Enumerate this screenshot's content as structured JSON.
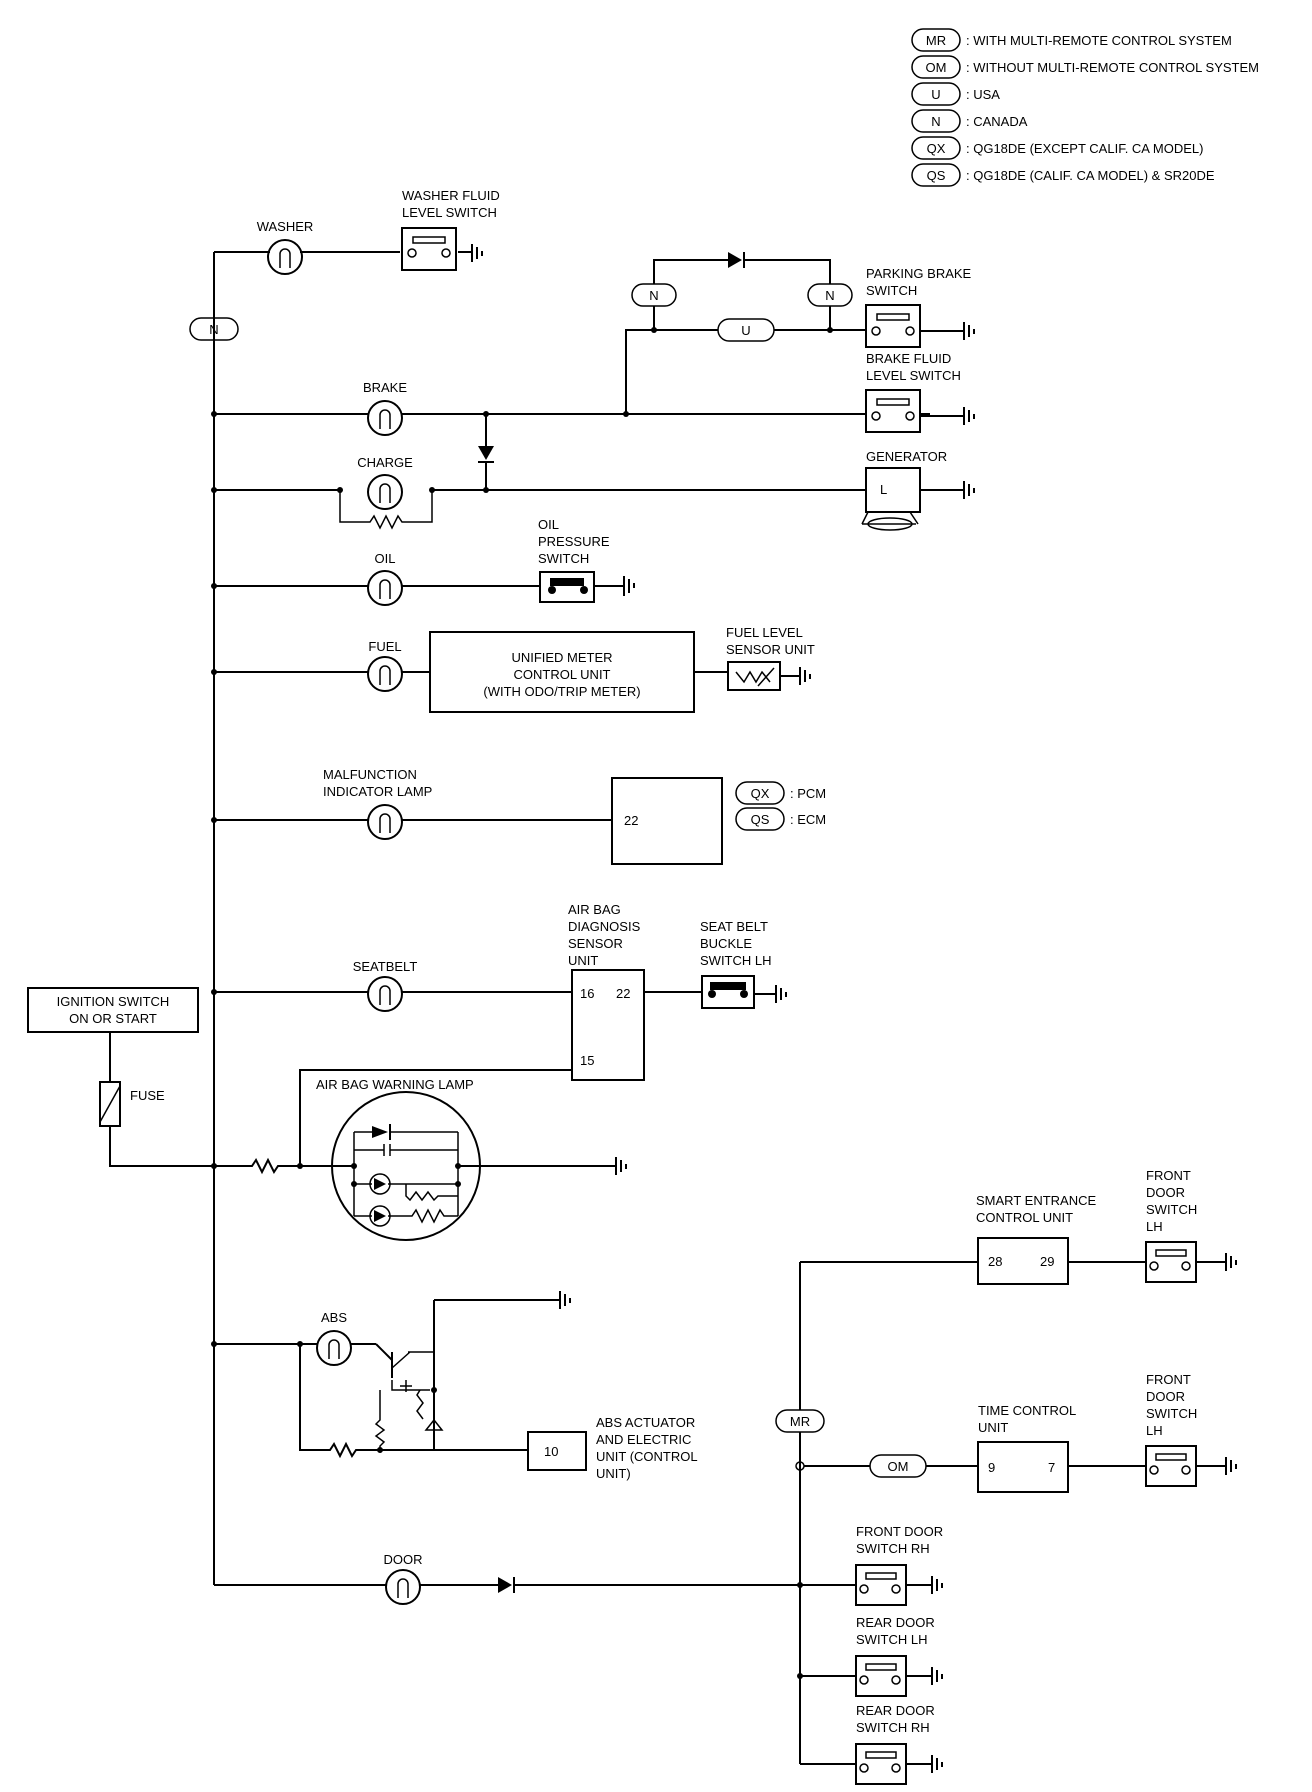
{
  "legend": [
    {
      "code": "MR",
      "text": ": WITH MULTI-REMOTE CONTROL SYSTEM"
    },
    {
      "code": "OM",
      "text": ": WITHOUT MULTI-REMOTE CONTROL SYSTEM"
    },
    {
      "code": "U",
      "text": ": USA"
    },
    {
      "code": "N",
      "text": ": CANADA"
    },
    {
      "code": "QX",
      "text": ": QG18DE (EXCEPT CALIF. CA MODEL)"
    },
    {
      "code": "QS",
      "text": ": QG18DE (CALIF. CA MODEL) & SR20DE"
    }
  ],
  "ignition_switch": [
    "IGNITION SWITCH",
    "ON OR START"
  ],
  "fuse": "FUSE",
  "lamps": {
    "washer": "WASHER",
    "brake": "BRAKE",
    "charge": "CHARGE",
    "oil": "OIL",
    "fuel": "FUEL",
    "mil": [
      "MALFUNCTION",
      "INDICATOR LAMP"
    ],
    "seatbelt": "SEATBELT",
    "airbag": "AIR BAG WARNING LAMP",
    "abs": "ABS",
    "door": "DOOR"
  },
  "components": {
    "washer_switch": [
      "WASHER FLUID",
      "LEVEL SWITCH"
    ],
    "parking_brake": [
      "PARKING BRAKE",
      "SWITCH"
    ],
    "brake_fluid": [
      "BRAKE FLUID",
      "LEVEL SWITCH"
    ],
    "generator": "GENERATOR",
    "generator_terminal": "L",
    "oil_pressure": [
      "OIL",
      "PRESSURE",
      "SWITCH"
    ],
    "unified_meter": [
      "UNIFIED METER",
      "CONTROL UNIT",
      "(WITH ODO/TRIP METER)"
    ],
    "fuel_sensor": [
      "FUEL LEVEL",
      "SENSOR UNIT"
    ],
    "ecm_terminal": "22",
    "ecm_variants": [
      {
        "code": "QX",
        "text": ": PCM"
      },
      {
        "code": "QS",
        "text": ": ECM"
      }
    ],
    "airbag_unit": [
      "AIR BAG",
      "DIAGNOSIS",
      "SENSOR",
      "UNIT"
    ],
    "airbag_terminals": [
      "16",
      "22",
      "15"
    ],
    "seat_belt_switch": [
      "SEAT BELT",
      "BUCKLE",
      "SWITCH LH"
    ],
    "abs_actuator": [
      "ABS ACTUATOR",
      "AND ELECTRIC",
      "UNIT (CONTROL",
      "UNIT)"
    ],
    "abs_terminal": "10",
    "smart_entrance": [
      "SMART ENTRANCE",
      "CONTROL UNIT"
    ],
    "smart_terminals": [
      "28",
      "29"
    ],
    "front_door_lh": [
      "FRONT",
      "DOOR",
      "SWITCH",
      "LH"
    ],
    "time_control": [
      "TIME CONTROL",
      "UNIT"
    ],
    "time_terminals": [
      "9",
      "7"
    ],
    "front_door_rh": [
      "FRONT DOOR",
      "SWITCH RH"
    ],
    "rear_door_lh": [
      "REAR DOOR",
      "SWITCH LH"
    ],
    "rear_door_rh": [
      "REAR DOOR",
      "SWITCH RH"
    ]
  },
  "connectors": {
    "n": "N",
    "u": "U",
    "mr": "MR",
    "om": "OM"
  }
}
